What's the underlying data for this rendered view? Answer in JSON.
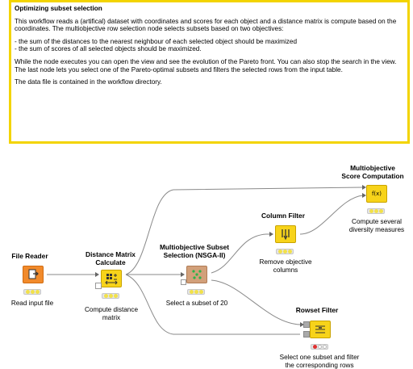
{
  "annotation": {
    "title": "Optimizing subset selection",
    "p1": "This workflow reads a (artifical) dataset with coordinates and scores for each object and a distance matrix is compute based on the coordinates. The multiobjective row selection node selects subsets based on two objectives:",
    "p2": "- the sum of the distances to the nearest neighbour of each selected object should be maximized\n- the sum of scores of all selected objects should be maximized.",
    "p3": "While the node executes you can open the view and see the evolution of the Pareto front. You can also stop the search in the view. The last node lets you select one of the Pareto-optimal subsets and filters the selected rows from the input table.",
    "p4": "The data file is contained in the workflow directory."
  },
  "nodes": {
    "file_reader": {
      "title": "File Reader",
      "desc": "Read input file",
      "icon": "file-reader-icon",
      "status": "yellow"
    },
    "distance_matrix": {
      "title": "Distance Matrix\nCalculate",
      "desc": "Compute distance\nmatrix",
      "icon": "distance-matrix-icon",
      "status": "yellow"
    },
    "nsga": {
      "title": "Multiobjective Subset\nSelection (NSGA-II)",
      "desc": "Select a subset of 20",
      "icon": "nsga-icon",
      "status": "yellow"
    },
    "column_filter": {
      "title": "Column Filter",
      "desc": "Remove objective\ncolumns",
      "icon": "column-filter-icon",
      "status": "yellow"
    },
    "score_comp": {
      "title": "Multiobjective\nScore Computation",
      "desc": "Compute several\ndiversity measures",
      "icon": "fx-icon",
      "glyph": "f(x)",
      "status": "yellow"
    },
    "rowset_filter": {
      "title": "Rowset Filter",
      "desc": "Select one subset and filter\nthe corresponding rows",
      "icon": "rowset-filter-icon",
      "status": "red"
    }
  },
  "colors": {
    "annotation_border": "#f3d400",
    "node_yellow": "#f7d31a",
    "node_orange": "#f18a2b",
    "node_brown": "#d2a07a",
    "connection": "#8a8a8a"
  }
}
